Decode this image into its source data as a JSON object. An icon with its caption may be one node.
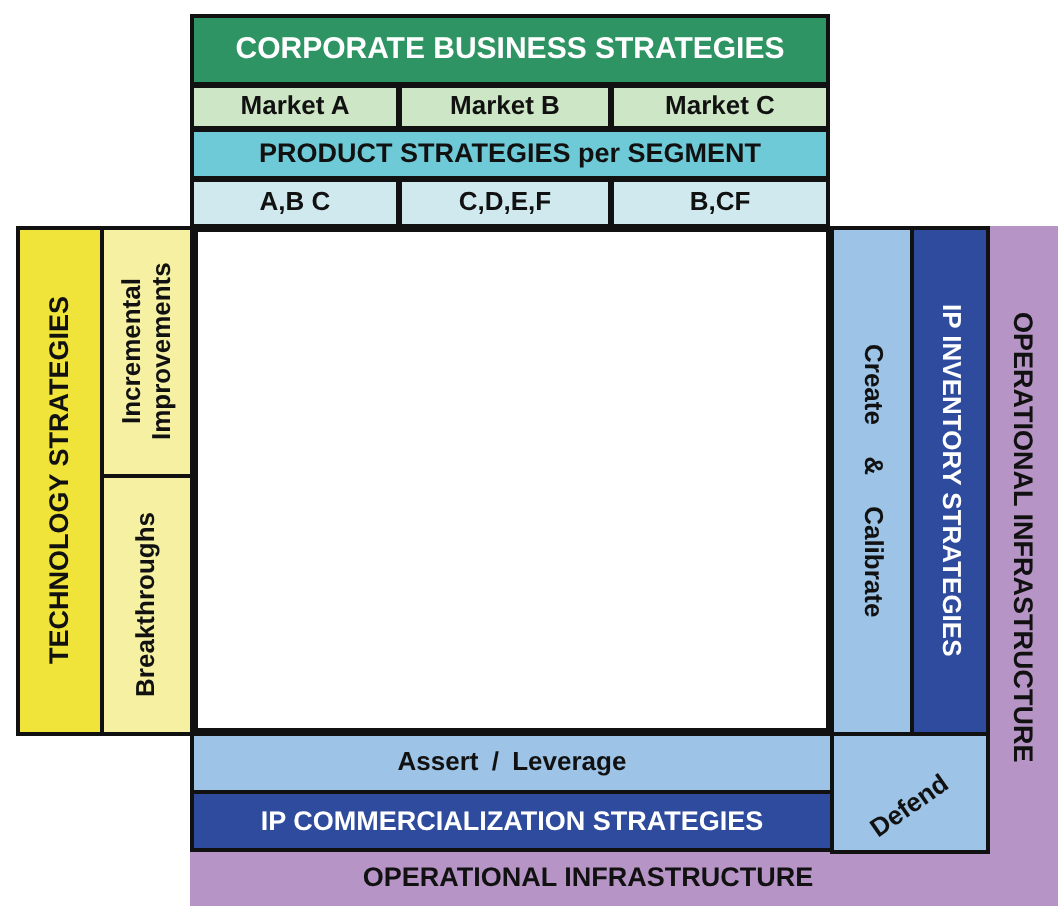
{
  "diagram": {
    "nodes": [
      {
        "text": [
          "CORPORATE BUSINESS STRATEGIES"
        ]
      },
      {
        "text": [
          "Market A"
        ]
      },
      {
        "text": [
          "Market B"
        ]
      },
      {
        "text": [
          "Market C"
        ]
      },
      {
        "text": [
          "PRODUCT STRATEGIES per SEGMENT"
        ]
      },
      {
        "text": [
          "A,B C"
        ]
      },
      {
        "text": [
          "C,D,E,F"
        ]
      },
      {
        "text": [
          "B,CF"
        ]
      },
      {
        "text": [
          "OPERATIONAL INFRASTRUCTURE",
          "OPERATIONAL INFRASTRUCTURE"
        ]
      },
      {
        "text": [
          "TECHNOLOGY STRATEGIES"
        ]
      },
      {
        "text": [
          "Incremental Improvements"
        ]
      },
      {
        "text": [
          "Breakthroughs"
        ]
      },
      {
        "text": [],
        "shape": "box"
      },
      {
        "text": [
          "Create & Calibrate"
        ]
      },
      {
        "text": [
          "IP INVENTORY STRATEGIES"
        ]
      },
      {
        "text": [
          "Assert / Leverage"
        ]
      },
      {
        "text": [
          "IP COMMERCIALIZATION STRATEGIES"
        ]
      },
      {
        "text": [
          "Defend"
        ]
      }
    ]
  }
}
